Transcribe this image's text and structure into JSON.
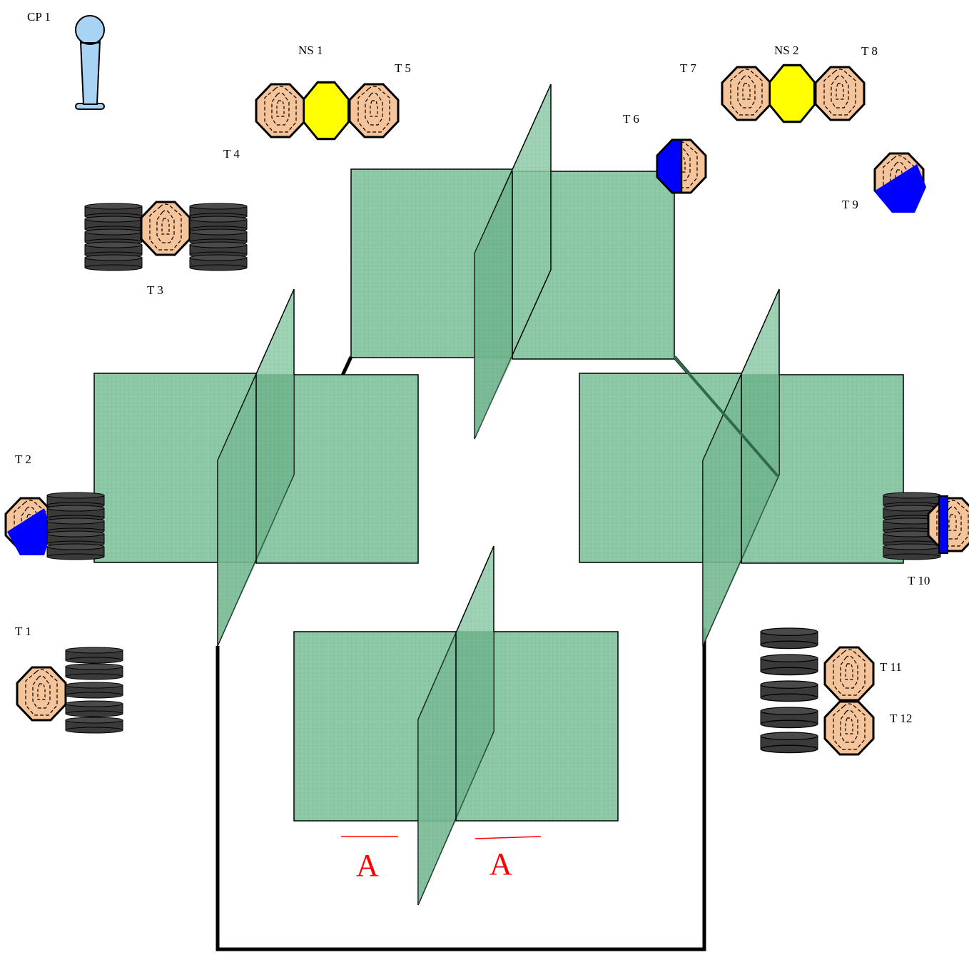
{
  "colors": {
    "wall_fill": "#8fcaa8",
    "wall_grid": "#6fb08c",
    "wall_edge_side": "#3a9a6a",
    "target_tan": "#f5c49a",
    "no_shoot_yellow": "#ffff00",
    "hard_cover_blue": "#0000ff",
    "barrel_black": "#3a3a3a",
    "shooting_box_line": "#000000",
    "fault_line_red": "#ff0000",
    "start_post_blue": "#a9d3f5"
  },
  "labels": {
    "cp1": "CP 1",
    "ns1": "NS 1",
    "ns2": "NS 2",
    "t1": "T 1",
    "t2": "T 2",
    "t3": "T 3",
    "t4": "T 4",
    "t5": "T 5",
    "t6": "T 6",
    "t7": "T 7",
    "t8": "T 8",
    "t9": "T 9",
    "t10": "T 10",
    "t11": "T 11",
    "t12": "T 12",
    "fault_left": "A",
    "fault_right": "A"
  },
  "icons": {
    "target": "paper-target-icon",
    "no_shoot": "no-shoot-target-icon",
    "barrel": "barrel-stack-icon",
    "start_post": "start-position-post-icon"
  }
}
